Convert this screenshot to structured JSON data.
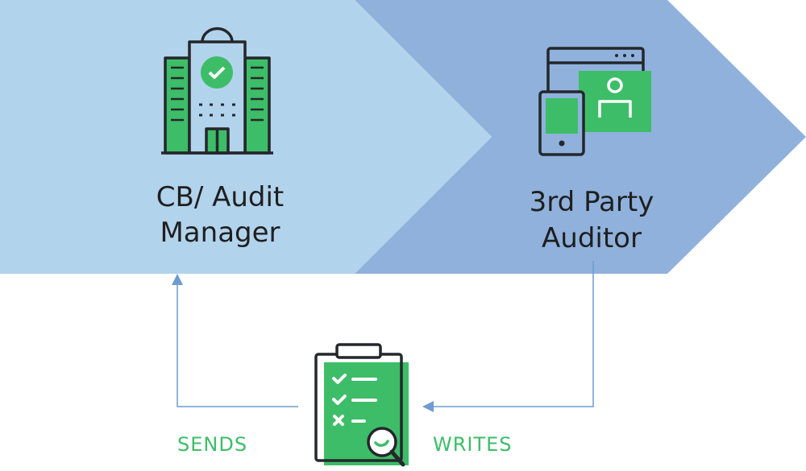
{
  "colors": {
    "left_band": "#b2d3ec",
    "right_band": "#8fb1dc",
    "green": "#3dbd68",
    "ink": "#24272b",
    "connector": "#6f9bd2",
    "label_green": "#3dbd68",
    "title_ink": "#1f1f1f"
  },
  "nodes": {
    "manager": {
      "line1": "CB/ Audit",
      "line2": "Manager",
      "icon": "office-building-with-badge-icon"
    },
    "auditor": {
      "line1": "3rd Party",
      "line2": "Auditor",
      "icon": "monitor-and-phone-user-icon"
    },
    "report": {
      "icon": "clipboard-checklist-magnifier-icon"
    }
  },
  "edges": {
    "sends": "SENDS",
    "writes": "WRITES"
  }
}
